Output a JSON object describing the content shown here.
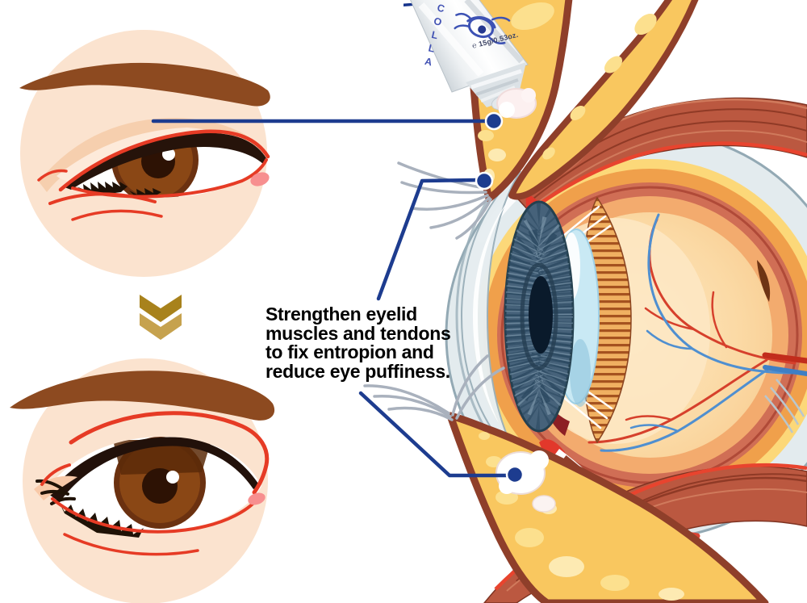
{
  "annotation": {
    "lines": [
      "Strengthen eyelid",
      "muscles and tendons",
      "to fix entropion and",
      "reduce eye puffiness."
    ]
  },
  "product": {
    "brand_vertical_text": "COLLA",
    "net_weight_text": "℮ 15g/0.53oz.",
    "logo_icon": "eye-brand-logo-icon"
  },
  "icons": {
    "transition": "double-chevron-down-icon"
  },
  "colors": {
    "annotation_navy": "#21409a",
    "callout_navy": "#1d3c8f",
    "chevron_gold_dark": "#a8821c",
    "chevron_gold_light": "#c6a24e",
    "skin_tone": "#fbe3cf",
    "eyebrow_brown": "#8d4a20",
    "iris_brown": "#7a3a10",
    "irritation_red": "#e63b25",
    "eyelid_fat_yellow": "#f9c75f",
    "eyelid_outline_maroon": "#8f3f2a",
    "muscle_red": "#bb5840",
    "sclera_gray": "#e3ebee",
    "iris_blue": "#46627a",
    "lens_blue": "#c9e9f4",
    "vessel_red": "#d6402c",
    "vessel_blue": "#4f8fd0",
    "cream_white": "#fdf1f1"
  }
}
